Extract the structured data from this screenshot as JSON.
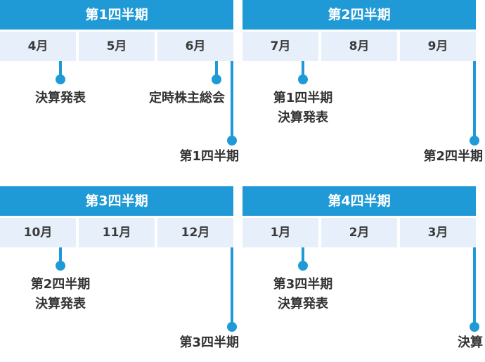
{
  "colors": {
    "accent": "#1f9ad6",
    "month_bg": "#e7f0fa",
    "text": "#333333"
  },
  "quarters": [
    {
      "title": "第1四半期",
      "months": [
        "4月",
        "5月",
        "6月"
      ],
      "events": [
        {
          "month_index": 0,
          "lines": [
            "決算発表"
          ]
        },
        {
          "month_index": 2,
          "lines": [
            "定時株主総会"
          ]
        }
      ],
      "end_label": "第1四半期"
    },
    {
      "title": "第2四半期",
      "months": [
        "7月",
        "8月",
        "9月"
      ],
      "events": [
        {
          "month_index": 0,
          "lines": [
            "第1四半期",
            "決算発表"
          ]
        }
      ],
      "end_label": "第2四半期"
    },
    {
      "title": "第3四半期",
      "months": [
        "10月",
        "11月",
        "12月"
      ],
      "events": [
        {
          "month_index": 0,
          "lines": [
            "第2四半期",
            "決算発表"
          ]
        }
      ],
      "end_label": "第3四半期"
    },
    {
      "title": "第4四半期",
      "months": [
        "1月",
        "2月",
        "3月"
      ],
      "events": [
        {
          "month_index": 0,
          "lines": [
            "第3四半期",
            "決算発表"
          ]
        }
      ],
      "end_label": "決算"
    }
  ]
}
